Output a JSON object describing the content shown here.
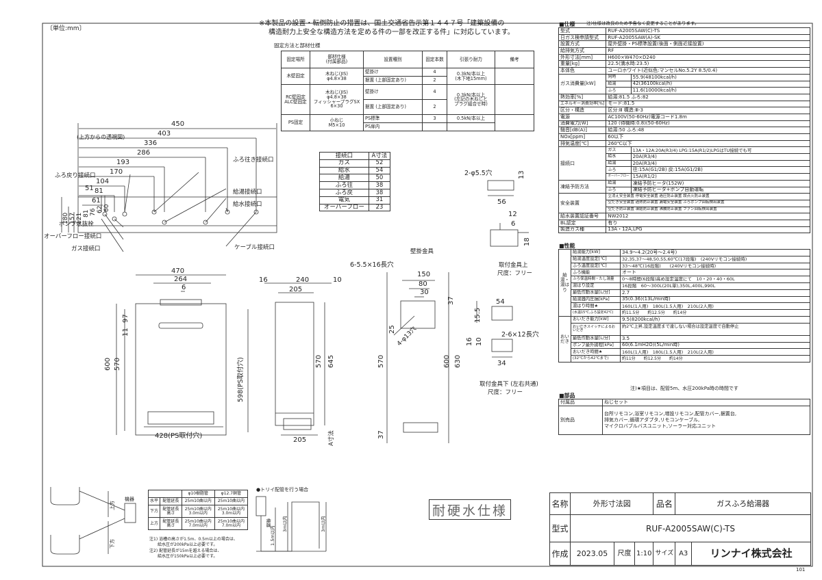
{
  "unit_label": "〔単位:mm〕",
  "notice": {
    "line1": "※本製品の設置・転倒防止の措置は、国土交通省告示第１４４７号「建築設備の",
    "line2": "構造耐力上安全な構造方法を定める件の一部を改正する件」に対応しています。"
  },
  "install": {
    "title": "固定方法と部材仕様",
    "headers": [
      "固定場所",
      "部材仕様\n(付属部品)",
      "設置種別",
      "固定本数",
      "引張り耐力",
      "備考"
    ],
    "rows": [
      [
        "木壁固定",
        "木ねじ(JIS)\nφ4.8×38",
        "壁掛け",
        "4",
        "0.3kN/本以上\n(木下地15mm)",
        ""
      ],
      [
        "",
        "",
        "据置 (上部固定あり)",
        "2",
        "",
        ""
      ],
      [
        "RC壁固定\nALC壁固定",
        "木ねじ(JIS)\nφ4.8×38\nフィッシャープラグSX\n6×30",
        "壁掛け",
        "4",
        "0.3kN/本以上\n(左記の木ねじと\nプラグ組合せ時)",
        ""
      ],
      [
        "",
        "",
        "据置 (上部固定あり)",
        "2",
        "",
        ""
      ],
      [
        "PS固定",
        "小ねじ\nM5×10",
        "PS標準",
        "3",
        "0.5kN/本以上",
        ""
      ],
      [
        "",
        "",
        "PS扉内",
        "",
        "",
        ""
      ]
    ]
  },
  "conn_table": {
    "headers": [
      "接続口",
      "A寸法"
    ],
    "rows": [
      [
        "ガス",
        "52"
      ],
      [
        "給水",
        "54"
      ],
      [
        "給湯",
        "50"
      ],
      [
        "ふろ往",
        "38"
      ],
      [
        "ふろ戻",
        "38"
      ],
      [
        "電気",
        "31"
      ],
      [
        "オーバーフロー",
        "23"
      ]
    ]
  },
  "top_view": {
    "title": "(上方からの透視図)",
    "dims": [
      "450",
      "403",
      "336",
      "286",
      "193",
      "170",
      "104",
      "81",
      "61",
      "51"
    ],
    "vert": [
      "180",
      "157",
      "121",
      "81",
      "76",
      "62",
      "60"
    ],
    "labels": [
      "ふろ戻り接続口",
      "ふろ往き接続口",
      "給湯接続口",
      "給水接続口",
      "ポンプ水抜栓",
      "オーバーフロー接続口",
      "ガス接続口",
      "ケーブル接続口"
    ]
  },
  "front": {
    "w1": "470",
    "w2": "264",
    "w3": "6",
    "h1": "600",
    "h2": "570",
    "h3": "11",
    "h4": "97",
    "pst": "598(PS取付穴)",
    "bw": "428(PS取付穴)"
  },
  "side": {
    "d1": "16",
    "d2": "240",
    "d3": "10",
    "d4": "205",
    "h1": "570",
    "h2": "645",
    "bottom": "205",
    "asun": "A寸法"
  },
  "rear": {
    "title": "壁掛金具",
    "slot": "6-5.5×16長穴",
    "w1": "150",
    "w2": "80",
    "w3": "30",
    "d1": "25",
    "d2": "4-φ13穴",
    "h1": "570",
    "h2": "600",
    "h3": "630",
    "b1": "37",
    "b2": "37",
    "v16": "16"
  },
  "bracket_top": {
    "hole": "2-φ5.5穴",
    "w": "56",
    "h1": "13",
    "d1": "12",
    "d2": "6",
    "h2": "18",
    "cap": "取付金具上",
    "mat": "尺度：フリー"
  },
  "bracket_bot": {
    "w": "54",
    "h": "15.5",
    "slot": "2-6×12長穴",
    "d1": "16",
    "d2": "10",
    "w2": "34",
    "cap": "取付金具下 (左右共通)",
    "mat": "尺度：フリー"
  },
  "spec": {
    "header": "■仕様",
    "note": "注)仕様は改良のため予告なく変更することがあります。",
    "rows": [
      [
        "型式",
        "",
        "RUF-A2005SAW(C)-TS"
      ],
      [
        "日ガス検申請型式",
        "",
        "RUF-A2005SAW(A)-SK"
      ],
      [
        "設置方式",
        "",
        "屋外壁掛・PS標準設置(後面・側面近接設置)"
      ],
      [
        "給排気方式",
        "",
        "RF"
      ],
      [
        "外形寸法[mm]",
        "",
        "H600×W470×D240"
      ],
      [
        "重量[kg]",
        "",
        "22.5(満水時:23.5)"
      ],
      [
        "本体色",
        "",
        "ユーロホワイト(近似色:マンセルNo.5.2Y 8.5/0.4)"
      ],
      [
        "ガス消費量[kW]",
        "同時",
        "55.9(48100kcal/h)"
      ],
      [
        "",
        "給湯",
        "42(36100kcal/h)"
      ],
      [
        "",
        "ふろ",
        "11.6(10000kcal/h)"
      ],
      [
        "熱効率[%]",
        "",
        "給湯:81.5 ふろ:82"
      ],
      [
        "エネルギー消費効率[%]",
        "",
        "モード:81.5"
      ],
      [
        "区分・構造",
        "",
        "区分:Ⅲ 構造:Ⅲ-3"
      ],
      [
        "電源",
        "",
        "AC100V(50-60Hz)電源コード1.8m"
      ],
      [
        "消費電力[W]",
        "",
        "120 (待機時:0.8)(50-60Hz)"
      ],
      [
        "騒音[dB(A)]",
        "",
        "給湯:50 ふろ:48"
      ],
      [
        "NOx[ppm]",
        "",
        "60以下"
      ],
      [
        "排気温度[℃]",
        "",
        "260℃以下"
      ],
      [
        "接続口",
        "ガス",
        "13A・12A:20A(R3/4) LPG:15A(R1/2)LPGはTU接続でも可"
      ],
      [
        "",
        "給水",
        "20A(R3/4)"
      ],
      [
        "",
        "給湯",
        "20A(R3/4)"
      ],
      [
        "",
        "ふろ",
        "往:15A(G1/2B) 戻:15A(G1/2B)"
      ],
      [
        "",
        "オーバーフロー",
        "15A(R1/2)"
      ],
      [
        "凍結予防方法",
        "給湯",
        "凍結予防ヒータ(152W)"
      ],
      [
        "",
        "ふろ",
        "凍結予防ヒータ+ポンプ自動運転"
      ],
      [
        "安全装置",
        "",
        "立消え安全装置 停電安全装置 過圧防止装置 誤点火防止装置"
      ],
      [
        "",
        "",
        "空だき安全装置 過熱防止装置 漏電安全装置 ふろポンプ回転検出装置"
      ],
      [
        "",
        "",
        "空だき防止装置 凍結防止装置 沸騰防止装置 ファン回転検出装置"
      ],
      [
        "給水装置認証番号",
        "",
        "NW2012"
      ],
      [
        "BL認定",
        "",
        "有り"
      ],
      [
        "製造ガス種",
        "",
        "13A・12A,LPG"
      ]
    ]
  },
  "perf": {
    "header": "■性能",
    "group1": "給湯・湯はり",
    "group2": "おいだき",
    "rows": [
      [
        "給湯能力[kW]",
        "34.9〜4.2(20号〜2.4号)"
      ],
      [
        "給湯温度設定[℃]",
        "32,35,37〜48,50,55,60℃(17段階)　(240Vリモコン接続時)"
      ],
      [
        "ふろ温度設定[℃]",
        "33〜48℃(16段階)　　(240Vリモコン接続時)"
      ],
      [
        "ふろ機能",
        "オート"
      ],
      [
        "ふろ保温時間・たし湯量",
        "0〜8時間(6段階)高め設定温度にて　10・20・40・60L"
      ],
      [
        "湯はり設定",
        "16段階　60〜300L(20L単),350L,400L,990L"
      ],
      [
        "最低作動水量[L/分]",
        "2.7"
      ],
      [
        "給湯器内圧損[kPa]",
        "35(0.36)(13L/min時)"
      ],
      [
        "湯はり時間★",
        "160L(1人用)　180L(1.5人用)　210L(2人用)"
      ],
      [
        "(水温15℃,ふろ設定42℃)",
        "約11.5分　　約12.5分　　約14分"
      ],
      [
        "おいだき能力[kW]",
        "9.5(8200kcal/h)"
      ],
      [
        "おいだきスイッチによるおいだき",
        "約2℃上昇,設定温度まで達しない場合は設定温度で自動停止"
      ],
      [
        "最低作動水量[L/分]",
        "3.5"
      ],
      [
        "ポンプ最外揚程[kPa]",
        "60(6.1mH2O)(5L/min時)"
      ],
      [
        "おいだき時間★",
        "160L(1人用)　180L(1.5人用)　210L(2人用)"
      ],
      [
        "(32℃から42℃まで)",
        "約11分　　約12.5分　　約14分"
      ]
    ],
    "note": "注)★項目は、配管5m、水圧200kPa時の時間です"
  },
  "parts": {
    "header": "■部品",
    "rows": [
      [
        "付属品",
        "ねじセット"
      ],
      [
        "別売品",
        "台所リモコン,浴室リモコン,増設リモコン,配管カバー,据置台,\n排気カバー,循環アダプタ,リモコンケーブル,\nマイクロバブルバスユニット,ソーラー対応ユニット"
      ]
    ]
  },
  "pipe_table": {
    "headers": [
      "",
      "",
      "φ10樹脂管",
      "φ12.7銅管"
    ],
    "rows": [
      [
        "水平",
        "配管延長",
        "25m10曲以内",
        "25m10曲以内"
      ],
      [
        "下方",
        "配管延長\n高さ",
        "25m10曲以内\n3.0m以内",
        "25m10曲以内\n3.0m以内"
      ],
      [
        "上方",
        "配管延長\n高さ",
        "25m10曲以内\n7.0m以内",
        "25m10曲以内\n7.0m以内"
      ]
    ],
    "notes": [
      "注1) 浴槽の高さが1.5m、0.5m以上の場合は、",
      "給水圧が200kPa以上必要です。",
      "注2) 配管延長が15mを越える場合は、",
      "給水圧が150kPa以上必要です。"
    ]
  },
  "trap": {
    "title": "●トリイ配管を行う場合",
    "h1": "1.5m以内",
    "h2": "3m以内",
    "h3": "3m以内",
    "label": "機器"
  },
  "bath_labels": {
    "top": "上方",
    "bottom": "下方",
    "device": "機器"
  },
  "stamp": "耐硬水仕様",
  "title_block": {
    "name_label": "名称",
    "name_value": "外形寸法図",
    "item_label": "品名",
    "item_value": "ガスふろ給湯器",
    "model_label": "型式",
    "model_value": "RUF-A2005SAW(C)-TS",
    "made_label": "作成",
    "made_value": "2023.05",
    "scale_label": "尺度",
    "scale_value": "1:10",
    "size_label": "サイズ",
    "size_value": "A3",
    "company": "リンナイ株式会社",
    "page": "101"
  }
}
